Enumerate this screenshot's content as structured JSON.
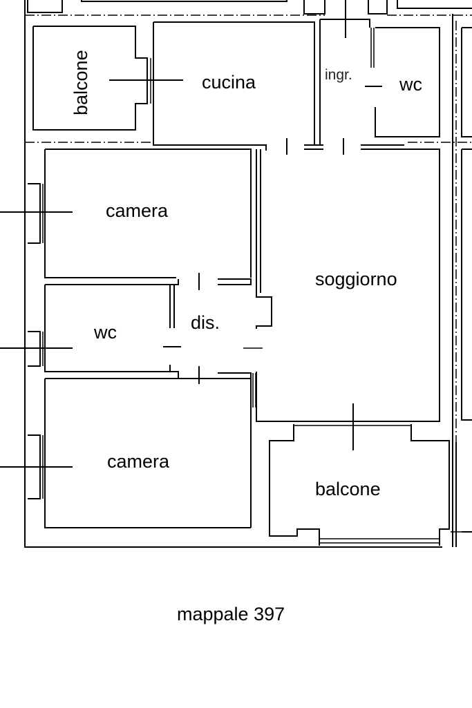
{
  "rooms": {
    "balcone_top": "balcone",
    "cucina": "cucina",
    "ingresso": "ingr.",
    "wc_top": "wc",
    "camera_top": "camera",
    "soggiorno": "soggiorno",
    "wc_mid": "wc",
    "disimpegno": "dis.",
    "camera_bottom": "camera",
    "balcone_bottom": "balcone"
  },
  "caption": "mappale 397"
}
